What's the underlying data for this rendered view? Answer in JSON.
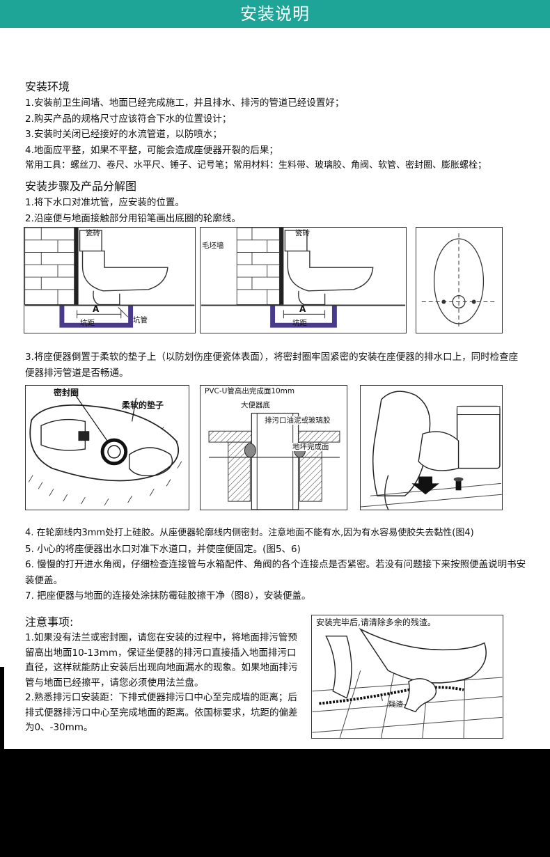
{
  "header": {
    "title": "安装说明"
  },
  "environment": {
    "heading": "安装环境",
    "items": [
      "1.安装前卫生间墙、地面已经完成施工，并且排水、排污的管道已经设置好；",
      "2.购买产品的规格尺寸应该符合下水的位置设计；",
      "3.安装时关闭已经接好的水流管道，以防喷水；",
      "4.地面应平整，如果不平整，可能会造成座便器开裂的后果；",
      "常用工具：螺丝刀、卷尺、水平尺、锤子、记号笔；常用材料：生料带、玻璃胶、角阀、软管、密封圈、膨胀螺栓；"
    ]
  },
  "steps": {
    "heading": "安装步骤及产品分解图",
    "items_a": [
      "1.将下水口对准坑管，应安装的位置。",
      "2.沿座便与地面接触部分用铅笔画出底圈的轮廓线。"
    ],
    "step3": "3.将座便器倒置于柔软的垫子上（以防划伤座便瓷体表面），将密封圈牢固紧密的安装在座便器的排水口上，同时检查座便器排污管道是否畅通。",
    "items_b": [
      "4. 在轮廓线内3mm处打上硅胶。从座便器轮廓线内侧密封。注意地面不能有水,因为有水容易使胶失去黏性(图4)",
      "5. 小心的将座便器出水口对准下水道口，并使座便固定。(图5、6)",
      "6. 慢慢的打开进水角阀，仔细检查连接管与水箱配件、角阀的各个连接点是否紧密。若没有问题接下来按照便盖说明书安装便盖。",
      "7. 把座便器与地面的连接处涂抹防霉硅胶擦干净（图8），安装便盖。"
    ]
  },
  "figures": {
    "fig1": {
      "tile": "瓷砖",
      "a": "A",
      "pit_distance": "坑距",
      "pit_pipe": "坑管"
    },
    "fig2": {
      "tile": "瓷砖",
      "rough_wall": "毛坯墙",
      "a": "A",
      "pit_distance": "坑距"
    },
    "fig4": {
      "seal_ring": "密封圈",
      "soft_pad": "柔软的垫子"
    },
    "fig5": {
      "pvc": "PVC-U管高出完成面10mm",
      "toilet_bottom": "大便器底",
      "outlet_seal": "排污口油泥或玻璃胶",
      "floor": "地坪完成面"
    },
    "fig8": {
      "caption": "安装完毕后,请清除多余的残渣。",
      "residue": "残渣"
    }
  },
  "notes": {
    "heading": "注意事项:",
    "items": [
      "1.如果没有法兰或密封圈，请您在安装的过程中，将地面排污管预留高出地面10-13mm，保证坐便器的排污口直接插入地面排污口直径，这样就能防止安装后出现向地面漏水的现象。如果地面排污管与地面已经擦平，请您必须使用法兰盘。",
      "2.熟悉排污口安装距：下排式便器排污口中心至完成墙的距离；后排式便器排污口中心至完成地面的距离。依国标要求，坑距的偏差为0、-30mm。"
    ]
  },
  "colors": {
    "banner": "#1fa598",
    "floor_pipe": "#4a3a8c",
    "background_bottom": "#000000"
  }
}
